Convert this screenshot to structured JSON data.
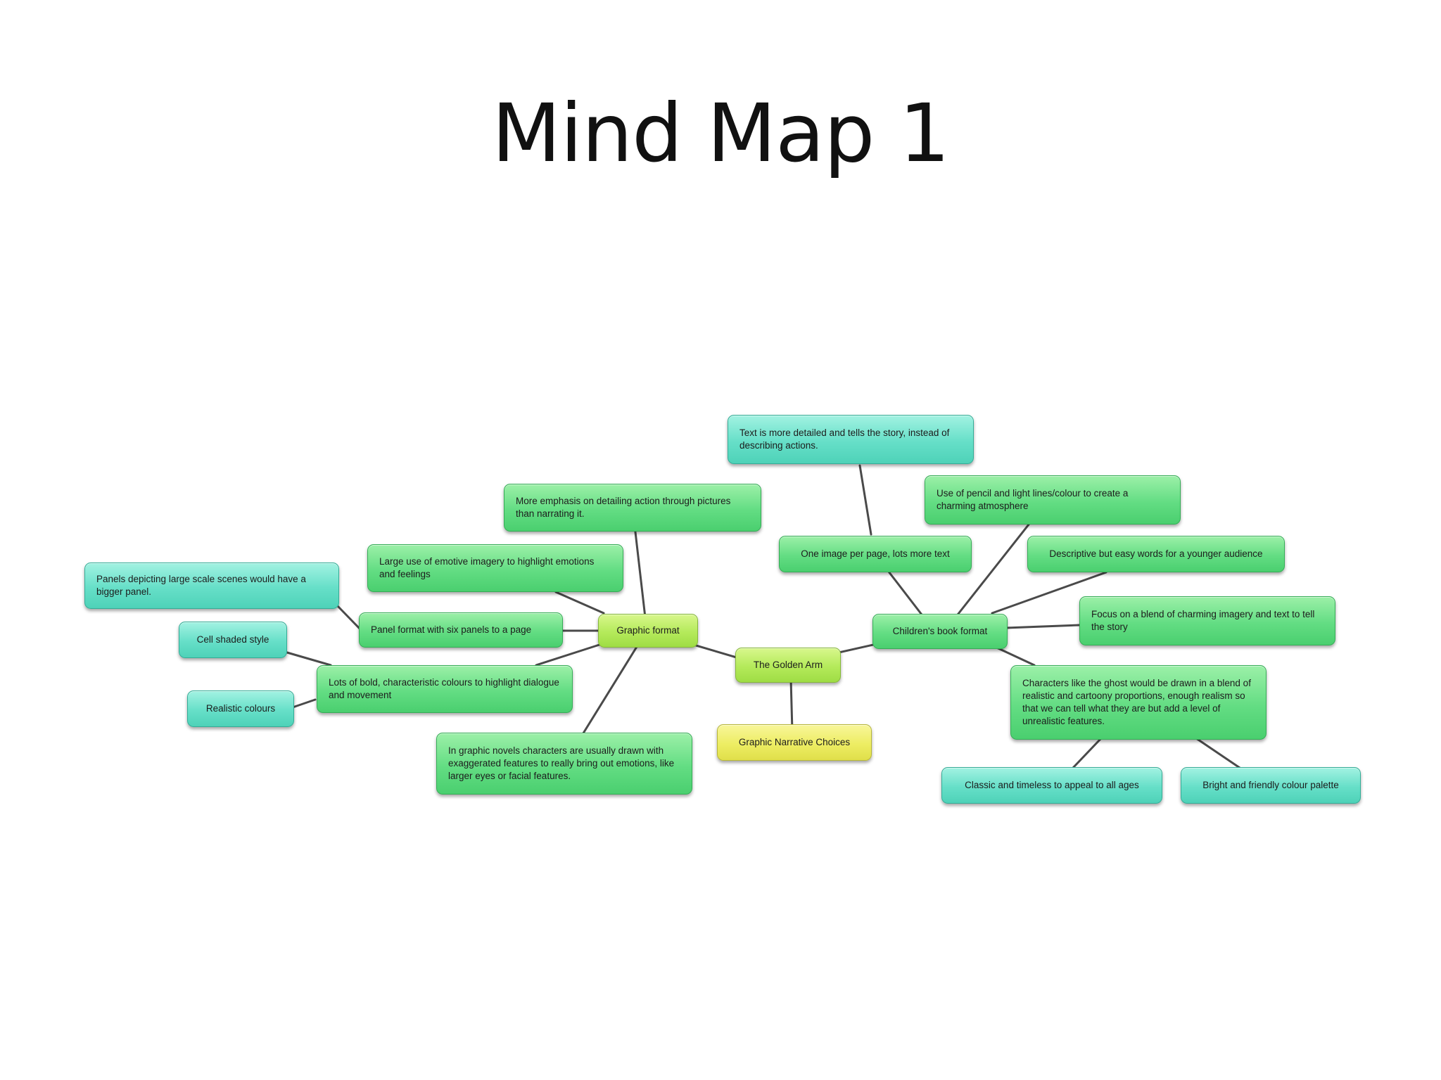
{
  "slide": {
    "title": "Mind Map 1"
  },
  "mind_map": {
    "root": "The Golden Arm",
    "subtitle_node": "Graphic Narrative Choices",
    "left_branch": {
      "label": "Graphic format",
      "children": [
        "More emphasis on detailing action through pictures than narrating it.",
        "Large use of emotive imagery to highlight emotions and feelings",
        "Panel format with six panels to a page",
        "Lots of bold, characteristic colours to highlight dialogue and movement",
        "In graphic novels characters are usually drawn with exaggerated features to really bring out emotions, like larger eyes or facial features."
      ],
      "grandchildren": [
        "Panels depicting large scale scenes would have a bigger panel.",
        "Cell shaded style",
        "Realistic colours"
      ]
    },
    "right_branch": {
      "label": "Children's book format",
      "children": [
        "One image per page, lots more text",
        "Use of pencil and light lines/colour to create a charming atmosphere",
        "Descriptive but easy words for a younger audience",
        "Focus on a blend of charming imagery and text to tell the story",
        "Characters like the ghost would be drawn in a blend of realistic and cartoony proportions, enough realism so that we can tell what they are but add a level of unrealistic features."
      ],
      "grandchildren": [
        "Text is more detailed and tells the story, instead of describing actions.",
        "Classic and timeless to appeal to all ages",
        "Bright and friendly colour palette"
      ]
    }
  }
}
